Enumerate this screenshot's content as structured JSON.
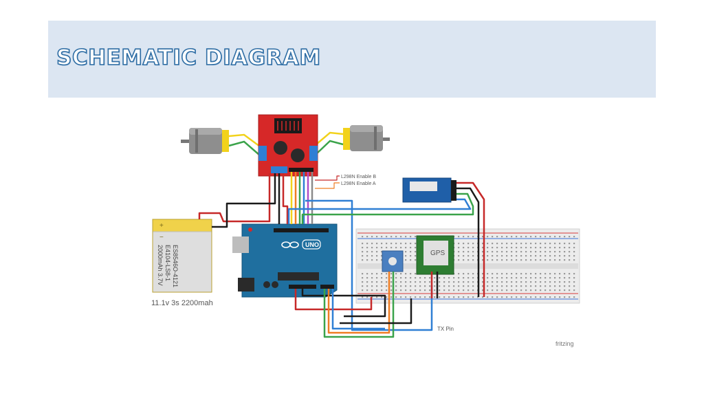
{
  "slide": {
    "title": "SCHEMATIC DIAGRAM"
  },
  "diagram": {
    "battery": {
      "label_line1": "ES8546O-4121",
      "label_line2": "E4104-LS8-1",
      "label_line3": "2000mAh 3.7V",
      "caption": "11.1v 3s 2200mah"
    },
    "arduino": {
      "model": "UNO"
    },
    "gps": {
      "label": "GPS"
    },
    "annotations": {
      "enable_b": "L298N Enable B",
      "enable_a": "L298N Enable A",
      "tx_pin": "TX Pin"
    },
    "watermark": "fritzing"
  },
  "colors": {
    "title_fill": "#ffffff",
    "title_outline": "#2e6da4",
    "band": "#dce6f2",
    "driver_board": "#d62828",
    "arduino_board": "#1f6f9f",
    "bluetooth_board": "#1f5fa8",
    "gps_board": "#2e7d32",
    "battery": "#e8d27a",
    "wire_red": "#c62828",
    "wire_black": "#1a1a1a",
    "wire_yellow": "#f2d21b",
    "wire_green": "#3aa34a",
    "wire_orange": "#ef7d22",
    "wire_blue": "#2f7fd4",
    "wire_purple": "#b04fc8"
  }
}
